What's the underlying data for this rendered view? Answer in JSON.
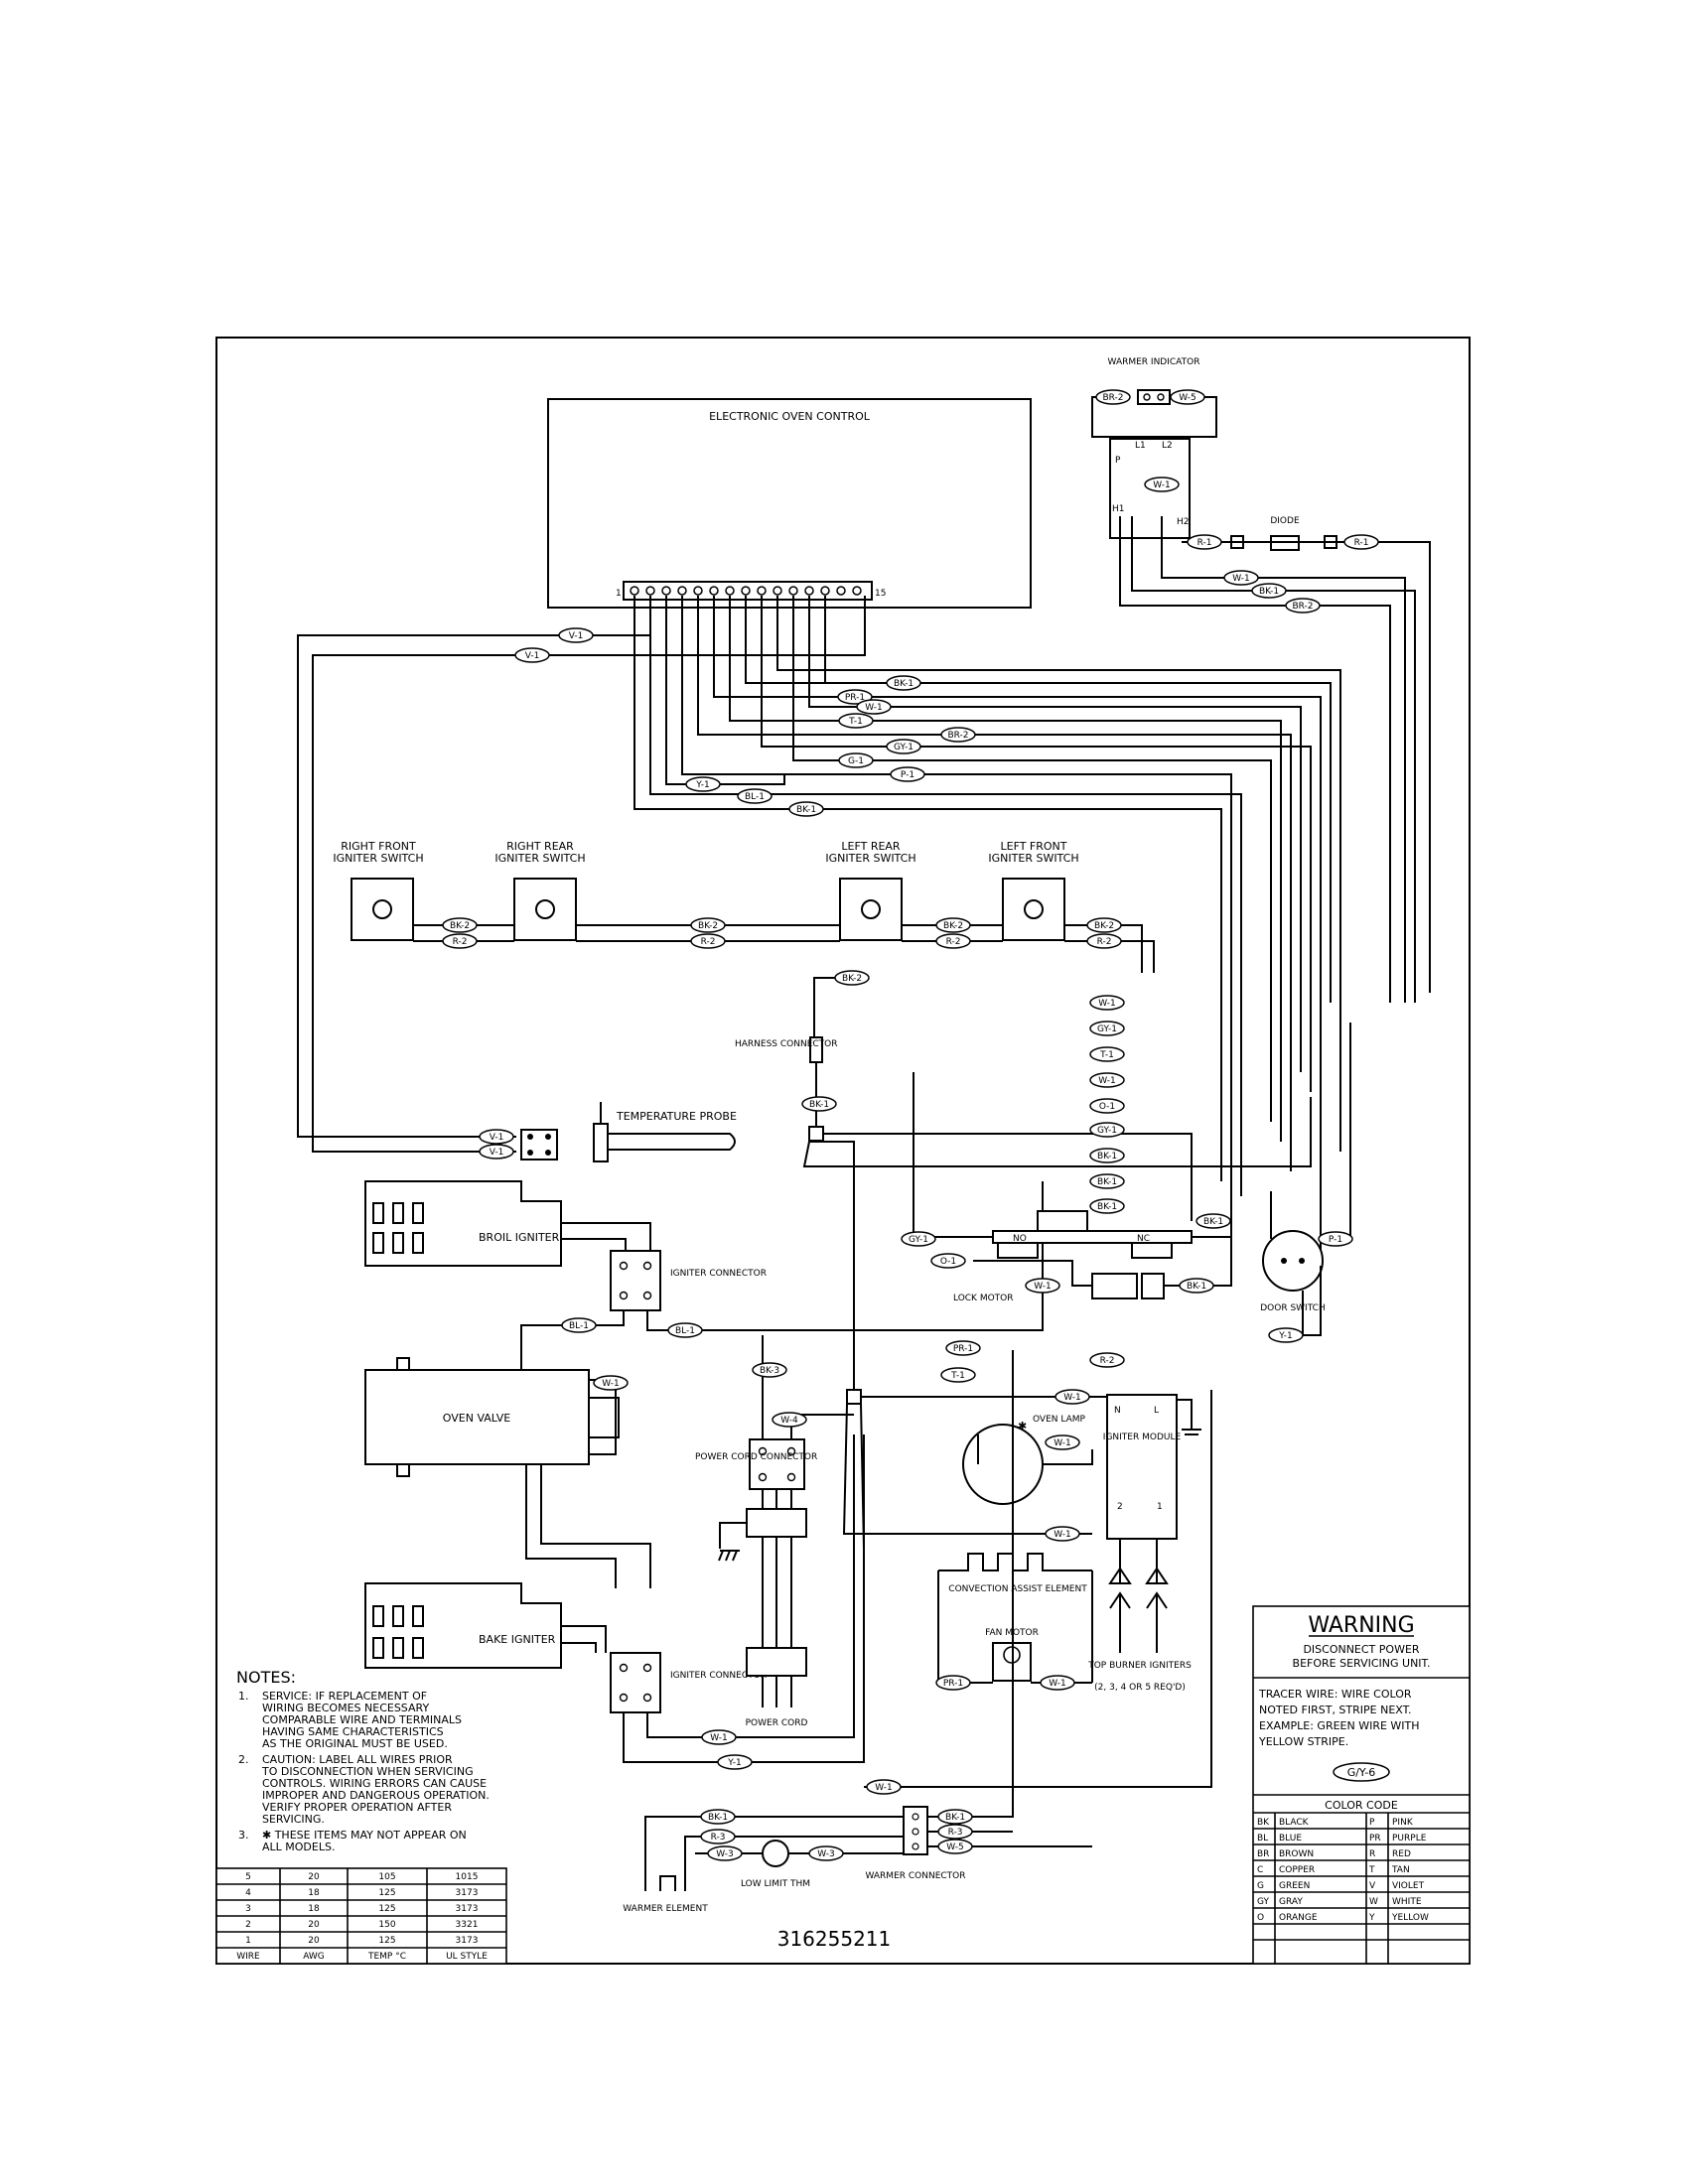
{
  "diagram": {
    "part_number": "316255211",
    "control": {
      "title": "ELECTRONIC OVEN CONTROL",
      "pin_first": "1",
      "pin_last": "15"
    },
    "igniter_switches": [
      {
        "key": "rf",
        "label_line1": "RIGHT FRONT",
        "label_line2": "IGNITER SWITCH"
      },
      {
        "key": "rr",
        "label_line1": "RIGHT REAR",
        "label_line2": "IGNITER SWITCH"
      },
      {
        "key": "lr",
        "label_line1": "LEFT REAR",
        "label_line2": "IGNITER SWITCH"
      },
      {
        "key": "lf",
        "label_line1": "LEFT FRONT",
        "label_line2": "IGNITER SWITCH"
      }
    ],
    "components": {
      "warmer_indicator": "WARMER INDICATOR",
      "diode": "DIODE",
      "harness_connector": "HARNESS CONNECTOR",
      "temperature_probe": "TEMPERATURE PROBE",
      "broil_igniter": "BROIL IGNITER",
      "igniter_connector": "IGNITER CONNECTOR",
      "oven_valve": "OVEN VALVE",
      "bake_igniter": "BAKE IGNITER",
      "power_cord_connector": "POWER CORD CONNECTOR",
      "power_cord": "POWER CORD",
      "lock_motor": "LOCK MOTOR",
      "door_switch": "DOOR SWITCH",
      "oven_lamp": "OVEN LAMP",
      "igniter_module": "IGNITER MODULE",
      "convection_element": "CONVECTION ASSIST ELEMENT",
      "fan_motor": "FAN MOTOR",
      "top_burner_igniters": "TOP BURNER IGNITERS",
      "top_burner_igniters_note": "(2, 3, 4 OR 5 REQ'D)",
      "warmer_connector": "WARMER CONNECTOR",
      "low_limit": "LOW LIMIT THM",
      "warmer_element": "WARMER ELEMENT"
    },
    "terminals": {
      "p": "P",
      "l1": "L1",
      "l2": "L2",
      "h1": "H1",
      "h2": "H2",
      "no": "NO",
      "nc": "NC",
      "n": "N",
      "l": "L",
      "m2": "2",
      "m1": "1"
    },
    "wire_tags": {
      "br2": "BR-2",
      "w5": "W-5",
      "w1": "W-1",
      "bk1": "BK-1",
      "r1": "R-1",
      "v1": "V-1",
      "pr1": "PR-1",
      "t1": "T-1",
      "gy1": "GY-1",
      "g1": "G-1",
      "y1": "Y-1",
      "bl1": "BL-1",
      "bk2": "BK-2",
      "r2": "R-2",
      "o1": "O-1",
      "p1": "P-1",
      "bk3": "BK-3",
      "w4": "W-4",
      "w3": "W-3",
      "r3": "R-3"
    }
  },
  "notes": {
    "heading": "NOTES:",
    "items": [
      {
        "num": "1.",
        "lines": [
          "SERVICE:  IF REPLACEMENT OF",
          "WIRING BECOMES NECESSARY",
          "COMPARABLE WIRE AND TERMINALS",
          "HAVING SAME CHARACTERISTICS",
          "AS THE ORIGINAL MUST BE USED."
        ]
      },
      {
        "num": "2.",
        "lines": [
          "CAUTION:  LABEL ALL WIRES PRIOR",
          "TO DISCONNECTION WHEN SERVICING",
          "CONTROLS.  WIRING ERRORS CAN CAUSE",
          "IMPROPER AND DANGEROUS OPERATION.",
          "VERIFY PROPER OPERATION AFTER",
          "SERVICING."
        ]
      },
      {
        "num": "3.",
        "lines": [
          "✱ THESE ITEMS MAY NOT APPEAR ON",
          "ALL MODELS."
        ]
      }
    ]
  },
  "wire_table": {
    "headers": [
      "WIRE",
      "AWG",
      "TEMP °C",
      "UL STYLE"
    ],
    "rows": [
      [
        "5",
        "20",
        "105",
        "1015"
      ],
      [
        "4",
        "18",
        "125",
        "3173"
      ],
      [
        "3",
        "18",
        "125",
        "3173"
      ],
      [
        "2",
        "20",
        "150",
        "3321"
      ],
      [
        "1",
        "20",
        "125",
        "3173"
      ]
    ]
  },
  "warning": {
    "title": "WARNING",
    "sub1": "DISCONNECT POWER",
    "sub2": "BEFORE SERVICING UNIT.",
    "tracer": [
      "TRACER WIRE:  WIRE COLOR",
      "NOTED FIRST, STRIPE NEXT.",
      "EXAMPLE:  GREEN WIRE WITH",
      "YELLOW STRIPE."
    ],
    "example_tag": "G/Y-6"
  },
  "color_code": {
    "title": "COLOR CODE",
    "rows": [
      [
        "BK",
        "BLACK",
        "P",
        "PINK"
      ],
      [
        "BL",
        "BLUE",
        "PR",
        "PURPLE"
      ],
      [
        "BR",
        "BROWN",
        "R",
        "RED"
      ],
      [
        "C",
        "COPPER",
        "T",
        "TAN"
      ],
      [
        "G",
        "GREEN",
        "V",
        "VIOLET"
      ],
      [
        "GY",
        "GRAY",
        "W",
        "WHITE"
      ],
      [
        "O",
        "ORANGE",
        "Y",
        "YELLOW"
      ]
    ]
  }
}
